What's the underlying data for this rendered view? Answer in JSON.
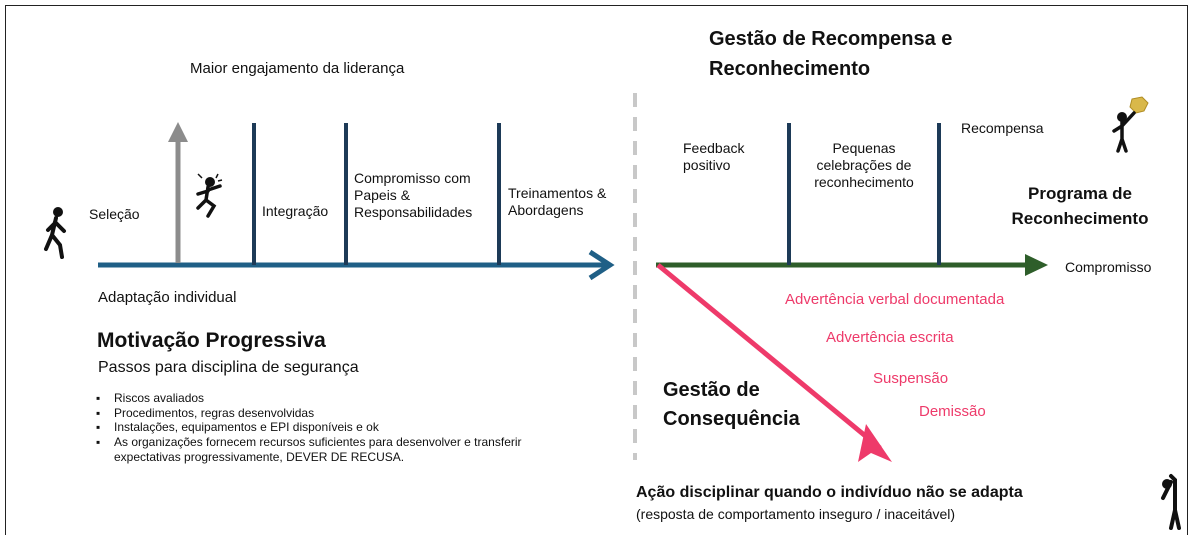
{
  "top_left_caption": "Maior engajamento da liderança",
  "reward_title": "Gestão de Recompensa e\nReconhecimento",
  "left_steps": [
    "Seleção",
    "Integração",
    "Compromisso com\nPapeis &\nResponsabilidades",
    "Treinamentos &\nAbordagens"
  ],
  "adaptation_label": "Adaptação individual",
  "motivation_title": "Motivação Progressiva",
  "motivation_subtitle": "Passos para disciplina de segurança",
  "bullets": [
    "Riscos avaliados",
    "Procedimentos, regras desenvolvidas",
    "Instalações, equipamentos  e EPI disponíveis e ok",
    "As organizações fornecem recursos suficientes para desenvolver e transferir expectativas progressivamente, DEVER DE RECUSA."
  ],
  "reward_steps": [
    "Feedback\npositivo",
    "Pequenas\ncelebrações de\nreconhecimento",
    "Recompensa"
  ],
  "program_title": "Programa de\nReconhecimento",
  "commitment_label": "Compromisso",
  "consequence_steps": [
    "Advertência verbal documentada",
    "Advertência escrita",
    "Suspensão",
    "Demissão"
  ],
  "consequence_title": "Gestão de\nConsequência",
  "disciplinary_title": "Ação disciplinar quando o indivíduo não se adapta",
  "disciplinary_subtitle": "(resposta de comportamento inseguro / inaceitável)",
  "colors": {
    "blue_axis": "#1f5f86",
    "divider_dark": "#1d3a57",
    "green_axis": "#2e5e2a",
    "red_arrow": "#ee3a6a",
    "gray_arrow": "#8c8c8c",
    "dashed_divider": "#c8c8c8"
  },
  "icons": [
    "walking-person-icon",
    "falling-person-icon",
    "trophy-person-icon",
    "dejected-person-icon"
  ]
}
